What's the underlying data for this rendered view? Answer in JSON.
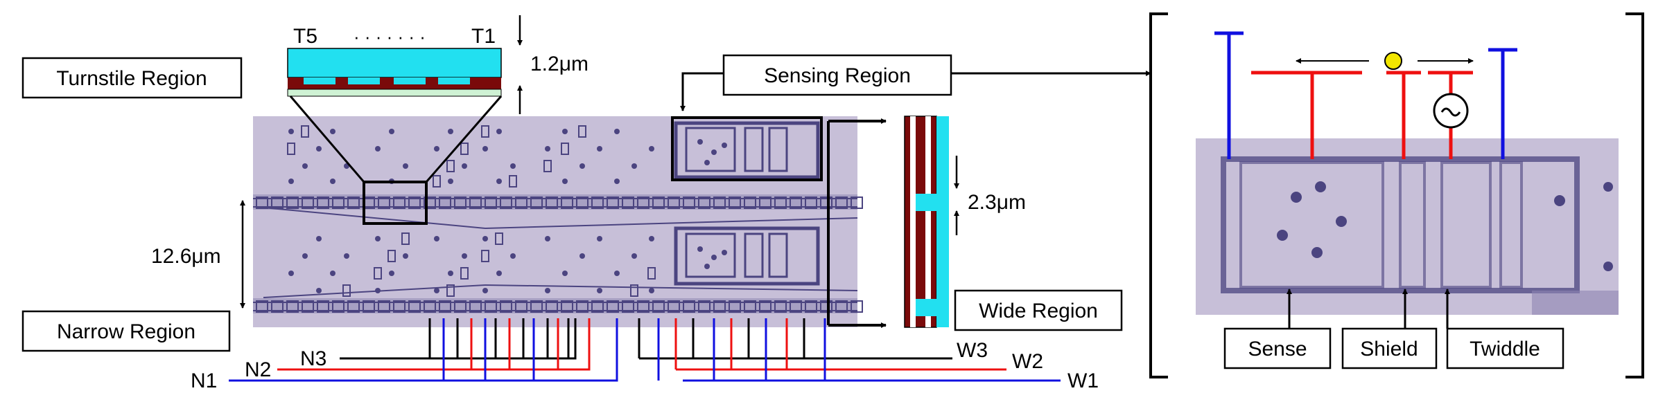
{
  "labels": {
    "turnstile_region": "Turnstile Region",
    "narrow_region": "Narrow Region",
    "sensing_region": "Sensing Region",
    "wide_region": "Wide Region",
    "sense": "Sense",
    "shield": "Shield",
    "twiddle": "Twiddle"
  },
  "inset_turnstile": {
    "left_tag": "T5",
    "dots": "· · · · · · ·",
    "right_tag": "T1",
    "thickness": "1.2μm"
  },
  "inset_wide": {
    "thickness": "2.3μm"
  },
  "dimensions": {
    "channel_height": "12.6μm"
  },
  "wires": {
    "n1": "N1",
    "n2": "N2",
    "n3": "N3",
    "w1": "W1",
    "w2": "W2",
    "w3": "W3"
  },
  "colors": {
    "blue": "#1010e0",
    "red": "#ee1010",
    "black": "#000000",
    "substrate": "#c7bfd8",
    "electrode": "#5a5290",
    "cyan": "#22e0f0",
    "maroon": "#7a0a0a",
    "mint": "#cff2d4",
    "electron": "#f2e600"
  },
  "icons": [
    "arrow-left-icon",
    "arrow-right-icon",
    "ac-source-icon",
    "electron-icon"
  ]
}
